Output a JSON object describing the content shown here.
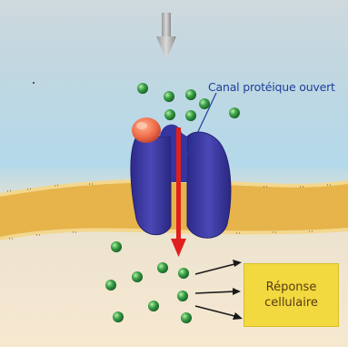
{
  "channel_label": "Canal protéique ouvert",
  "response": {
    "line1": "Réponse",
    "line2": "cellulaire"
  },
  "colors": {
    "background_top": "#c9d6de",
    "background_mid": "#b6d9ea",
    "background_bottom": "#f6e7cf",
    "membrane": "#e6b44a",
    "protein": "#3a3a9c",
    "protein_highlight": "#ff8a6a",
    "ion": "#2e8b3a",
    "flow_arrow": "#e0201e",
    "response_box": "#f1d93f",
    "label_text": "#1d3f9a"
  }
}
